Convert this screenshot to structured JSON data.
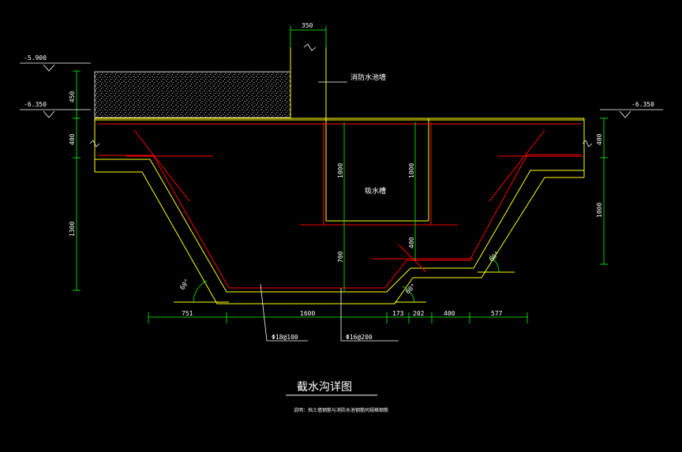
{
  "drawing": {
    "title": "截水沟详图",
    "note": "说明：挡土墙钢筋与消防水池钢筋同规格钢筋",
    "labels": {
      "pool_wall": "消防水池墙",
      "sump": "吸水槽",
      "rebar_1": "Φ18@100",
      "rebar_2": "Φ16@200"
    },
    "levels": {
      "top_left": "-5.900",
      "left": "-6.350",
      "right": "-6.350"
    },
    "dims": {
      "wall_thickness": "350",
      "left_v_450": "450",
      "left_v_400": "400",
      "left_v_1300": "1300",
      "right_v_400": "400",
      "right_v_1000": "1000",
      "sump_left_1000": "1000",
      "sump_right_1000": "1000",
      "v_700": "700",
      "v_400": "400",
      "h_751": "751",
      "h_1600": "1600",
      "h_173": "173",
      "h_202": "202",
      "h_400": "400",
      "h_577": "577"
    },
    "angles": {
      "a_left": "60°",
      "a_mid": "60°",
      "a_right": "60°"
    },
    "colors": {
      "structure": "#ffff00",
      "rebar": "#ff0000",
      "dimension": "#00ff00",
      "text": "#ffffff",
      "fill": "#ffffff",
      "angle": "#00ff00"
    }
  }
}
